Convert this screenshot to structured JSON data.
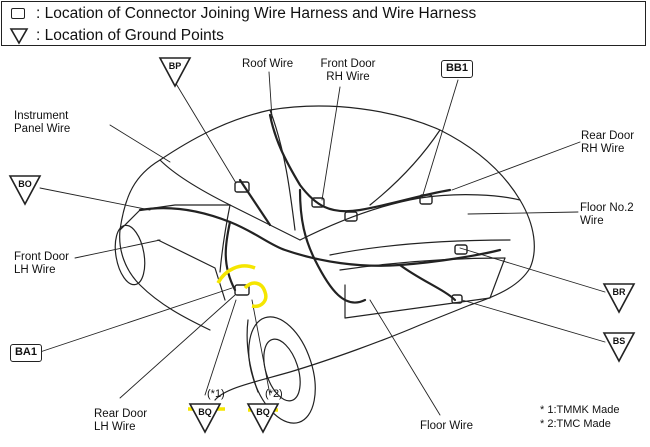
{
  "legend": {
    "connector": ": Location of Connector Joining Wire Harness and Wire Harness",
    "ground": ": Location of Ground Points"
  },
  "labels": {
    "roof_wire": "Roof Wire",
    "front_door_rh": [
      "Front Door",
      "RH Wire"
    ],
    "instrument_panel": [
      "Instrument",
      "Panel Wire"
    ],
    "rear_door_rh": [
      "Rear Door",
      "RH Wire"
    ],
    "floor_no2": [
      "Floor No.2",
      "Wire"
    ],
    "front_door_lh": [
      "Front Door",
      "LH Wire"
    ],
    "rear_door_lh": [
      "Rear Door",
      "LH Wire"
    ],
    "floor_wire": "Floor Wire"
  },
  "connectors": {
    "bb1": "BB1",
    "ba1": "BA1"
  },
  "grounds": {
    "bp": "BP",
    "bo_left": "BO",
    "br": "BR",
    "bs": "BS",
    "bq1": "BQ",
    "bq2": "BQ"
  },
  "markers": {
    "m1": "(*1)",
    "m2": "(*2)"
  },
  "notes": {
    "n1": "* 1:TMMK Made",
    "n2": "* 2:TMC Made"
  },
  "colors": {
    "highlight": "#f5e600",
    "line": "#222222"
  }
}
